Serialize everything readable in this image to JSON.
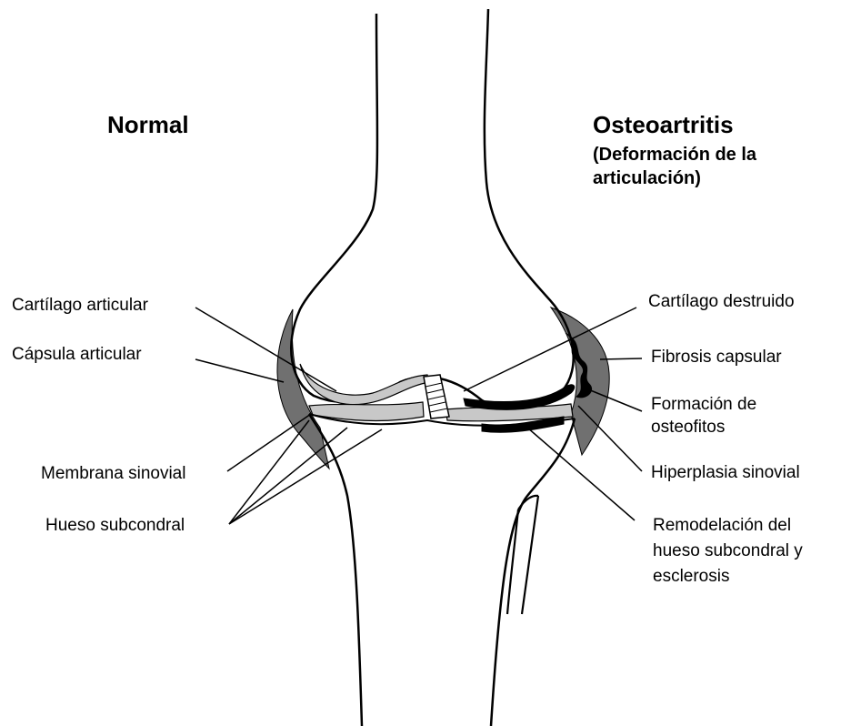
{
  "headings": {
    "normal": "Normal",
    "oa_title": "Osteoartritis",
    "oa_sub_line1": "(Deformación de la",
    "oa_sub_line2": "articulación)"
  },
  "labels_left": {
    "cartilage": "Cartílago articular",
    "capsule": "Cápsula articular",
    "synovium": "Membrana sinovial",
    "subchondral_bone": "Hueso subcondral"
  },
  "labels_right": {
    "destroyed_cartilage": "Cartílago destruido",
    "capsular_fibrosis": "Fibrosis capsular",
    "osteophyte_line1": "Formación de",
    "osteophyte_line2": "osteofitos",
    "synovial_hyperplasia": "Hiperplasia sinovial",
    "remodeling_line1": "Remodelación del",
    "remodeling_line2": "hueso subcondral y",
    "remodeling_line3": "esclerosis"
  },
  "colors": {
    "outline": "#000000",
    "capsule": "#707070",
    "cartilage": "#c8c8c8",
    "destroyed": "#000000"
  }
}
